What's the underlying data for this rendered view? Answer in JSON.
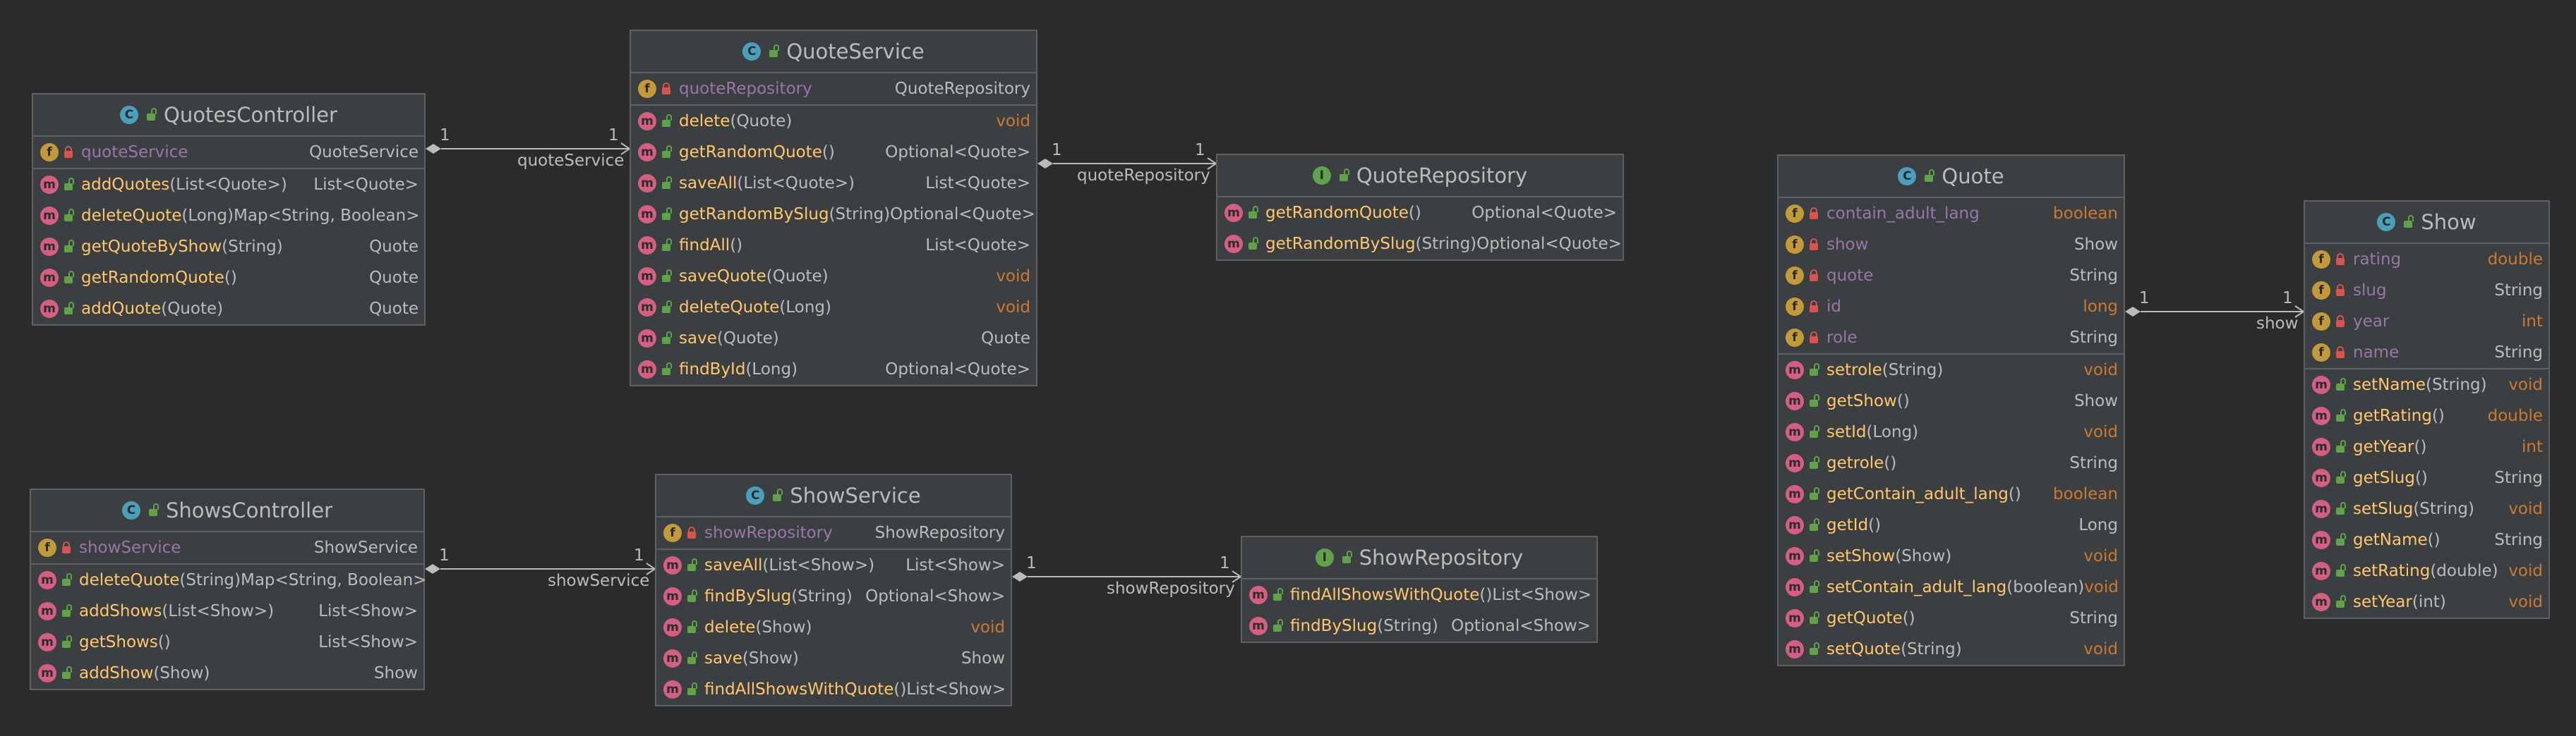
{
  "colors": {
    "background": "#2b2b2b",
    "box": "#3c3f41",
    "border": "#5e6164",
    "field": "#9876aa",
    "method": "#ffc66d",
    "primitive": "#cc7832",
    "text": "#bbbbbb"
  },
  "icons": {
    "class": "class-c-icon",
    "interface": "interface-i-icon",
    "field": "field-f-icon",
    "method": "method-m-icon",
    "public": "unlock-icon",
    "private": "lock-icon"
  },
  "classes": [
    {
      "id": "QuotesController",
      "name": "QuotesController",
      "kind": "c",
      "sections": [
        [
          {
            "k": "f",
            "v": "priv",
            "n": "quoteService",
            "p": "",
            "t": "QuoteService"
          }
        ],
        [
          {
            "k": "m",
            "v": "pub",
            "n": "addQuotes",
            "p": "(List<Quote>)",
            "t": "List<Quote>"
          },
          {
            "k": "m",
            "v": "pub",
            "n": "deleteQuote",
            "p": "(Long)",
            "t": "Map<String, Boolean>"
          },
          {
            "k": "m",
            "v": "pub",
            "n": "getQuoteByShow",
            "p": "(String)",
            "t": "Quote"
          },
          {
            "k": "m",
            "v": "pub",
            "n": "getRandomQuote",
            "p": "()",
            "t": "Quote"
          },
          {
            "k": "m",
            "v": "pub",
            "n": "addQuote",
            "p": "(Quote)",
            "t": "Quote"
          }
        ]
      ]
    },
    {
      "id": "QuoteService",
      "name": "QuoteService",
      "kind": "c",
      "sections": [
        [
          {
            "k": "f",
            "v": "priv",
            "n": "quoteRepository",
            "p": "",
            "t": "QuoteRepository"
          }
        ],
        [
          {
            "k": "m",
            "v": "pub",
            "n": "delete",
            "p": "(Quote)",
            "t": "void"
          },
          {
            "k": "m",
            "v": "pub",
            "n": "getRandomQuote",
            "p": "()",
            "t": "Optional<Quote>"
          },
          {
            "k": "m",
            "v": "pub",
            "n": "saveAll",
            "p": "(List<Quote>)",
            "t": "List<Quote>"
          },
          {
            "k": "m",
            "v": "pub",
            "n": "getRandomBySlug",
            "p": "(String)",
            "t": "Optional<Quote>"
          },
          {
            "k": "m",
            "v": "pub",
            "n": "findAll",
            "p": "()",
            "t": "List<Quote>"
          },
          {
            "k": "m",
            "v": "pub",
            "n": "saveQuote",
            "p": "(Quote)",
            "t": "void"
          },
          {
            "k": "m",
            "v": "pub",
            "n": "deleteQuote",
            "p": "(Long)",
            "t": "void"
          },
          {
            "k": "m",
            "v": "pub",
            "n": "save",
            "p": "(Quote)",
            "t": "Quote"
          },
          {
            "k": "m",
            "v": "pub",
            "n": "findById",
            "p": "(Long)",
            "t": "Optional<Quote>"
          }
        ]
      ]
    },
    {
      "id": "QuoteRepository",
      "name": "QuoteRepository",
      "kind": "i",
      "sections": [
        [
          {
            "k": "m",
            "v": "pub",
            "n": "getRandomQuote",
            "p": "()",
            "t": "Optional<Quote>"
          },
          {
            "k": "m",
            "v": "pub",
            "n": "getRandomBySlug",
            "p": "(String)",
            "t": "Optional<Quote>"
          }
        ]
      ]
    },
    {
      "id": "ShowsController",
      "name": "ShowsController",
      "kind": "c",
      "sections": [
        [
          {
            "k": "f",
            "v": "priv",
            "n": "showService",
            "p": "",
            "t": "ShowService"
          }
        ],
        [
          {
            "k": "m",
            "v": "pub",
            "n": "deleteQuote",
            "p": "(String)",
            "t": "Map<String, Boolean>"
          },
          {
            "k": "m",
            "v": "pub",
            "n": "addShows",
            "p": "(List<Show>)",
            "t": "List<Show>"
          },
          {
            "k": "m",
            "v": "pub",
            "n": "getShows",
            "p": "()",
            "t": "List<Show>"
          },
          {
            "k": "m",
            "v": "pub",
            "n": "addShow",
            "p": "(Show)",
            "t": "Show"
          }
        ]
      ]
    },
    {
      "id": "ShowService",
      "name": "ShowService",
      "kind": "c",
      "sections": [
        [
          {
            "k": "f",
            "v": "priv",
            "n": "showRepository",
            "p": "",
            "t": "ShowRepository"
          }
        ],
        [
          {
            "k": "m",
            "v": "pub",
            "n": "saveAll",
            "p": "(List<Show>)",
            "t": "List<Show>"
          },
          {
            "k": "m",
            "v": "pub",
            "n": "findBySlug",
            "p": "(String)",
            "t": "Optional<Show>"
          },
          {
            "k": "m",
            "v": "pub",
            "n": "delete",
            "p": "(Show)",
            "t": "void"
          },
          {
            "k": "m",
            "v": "pub",
            "n": "save",
            "p": "(Show)",
            "t": "Show"
          },
          {
            "k": "m",
            "v": "pub",
            "n": "findAllShowsWithQuote",
            "p": "()",
            "t": "List<Show>"
          }
        ]
      ]
    },
    {
      "id": "ShowRepository",
      "name": "ShowRepository",
      "kind": "i",
      "sections": [
        [
          {
            "k": "m",
            "v": "pub",
            "n": "findAllShowsWithQuote",
            "p": "()",
            "t": "List<Show>"
          },
          {
            "k": "m",
            "v": "pub",
            "n": "findBySlug",
            "p": "(String)",
            "t": "Optional<Show>"
          }
        ]
      ]
    },
    {
      "id": "Quote",
      "name": "Quote",
      "kind": "c",
      "sections": [
        [
          {
            "k": "f",
            "v": "priv",
            "n": "contain_adult_lang",
            "p": "",
            "t": "boolean"
          },
          {
            "k": "f",
            "v": "priv",
            "n": "show",
            "p": "",
            "t": "Show"
          },
          {
            "k": "f",
            "v": "priv",
            "n": "quote",
            "p": "",
            "t": "String"
          },
          {
            "k": "f",
            "v": "priv",
            "n": "id",
            "p": "",
            "t": "long"
          },
          {
            "k": "f",
            "v": "priv",
            "n": "role",
            "p": "",
            "t": "String"
          }
        ],
        [
          {
            "k": "m",
            "v": "pub",
            "n": "setrole",
            "p": "(String)",
            "t": "void"
          },
          {
            "k": "m",
            "v": "pub",
            "n": "getShow",
            "p": "()",
            "t": "Show"
          },
          {
            "k": "m",
            "v": "pub",
            "n": "setId",
            "p": "(Long)",
            "t": "void"
          },
          {
            "k": "m",
            "v": "pub",
            "n": "getrole",
            "p": "()",
            "t": "String"
          },
          {
            "k": "m",
            "v": "pub",
            "n": "getContain_adult_lang",
            "p": "()",
            "t": "boolean"
          },
          {
            "k": "m",
            "v": "pub",
            "n": "getId",
            "p": "()",
            "t": "Long"
          },
          {
            "k": "m",
            "v": "pub",
            "n": "setShow",
            "p": "(Show)",
            "t": "void"
          },
          {
            "k": "m",
            "v": "pub",
            "n": "setContain_adult_lang",
            "p": "(boolean)",
            "t": "void"
          },
          {
            "k": "m",
            "v": "pub",
            "n": "getQuote",
            "p": "()",
            "t": "String"
          },
          {
            "k": "m",
            "v": "pub",
            "n": "setQuote",
            "p": "(String)",
            "t": "void"
          }
        ]
      ]
    },
    {
      "id": "Show",
      "name": "Show",
      "kind": "c",
      "sections": [
        [
          {
            "k": "f",
            "v": "priv",
            "n": "rating",
            "p": "",
            "t": "double"
          },
          {
            "k": "f",
            "v": "priv",
            "n": "slug",
            "p": "",
            "t": "String"
          },
          {
            "k": "f",
            "v": "priv",
            "n": "year",
            "p": "",
            "t": "int"
          },
          {
            "k": "f",
            "v": "priv",
            "n": "name",
            "p": "",
            "t": "String"
          }
        ],
        [
          {
            "k": "m",
            "v": "pub",
            "n": "setName",
            "p": "(String)",
            "t": "void"
          },
          {
            "k": "m",
            "v": "pub",
            "n": "getRating",
            "p": "()",
            "t": "double"
          },
          {
            "k": "m",
            "v": "pub",
            "n": "getYear",
            "p": "()",
            "t": "int"
          },
          {
            "k": "m",
            "v": "pub",
            "n": "getSlug",
            "p": "()",
            "t": "String"
          },
          {
            "k": "m",
            "v": "pub",
            "n": "setSlug",
            "p": "(String)",
            "t": "void"
          },
          {
            "k": "m",
            "v": "pub",
            "n": "getName",
            "p": "()",
            "t": "String"
          },
          {
            "k": "m",
            "v": "pub",
            "n": "setRating",
            "p": "(double)",
            "t": "void"
          },
          {
            "k": "m",
            "v": "pub",
            "n": "setYear",
            "p": "(int)",
            "t": "void"
          }
        ]
      ]
    }
  ],
  "relations": [
    {
      "from": "QuotesController",
      "to": "QuoteService",
      "label": "quoteService",
      "from_mult": "1",
      "to_mult": "1"
    },
    {
      "from": "QuoteService",
      "to": "QuoteRepository",
      "label": "quoteRepository",
      "from_mult": "1",
      "to_mult": "1"
    },
    {
      "from": "ShowsController",
      "to": "ShowService",
      "label": "showService",
      "from_mult": "1",
      "to_mult": "1"
    },
    {
      "from": "ShowService",
      "to": "ShowRepository",
      "label": "showRepository",
      "from_mult": "1",
      "to_mult": "1"
    },
    {
      "from": "Quote",
      "to": "Show",
      "label": "show",
      "from_mult": "1",
      "to_mult": "1"
    }
  ]
}
